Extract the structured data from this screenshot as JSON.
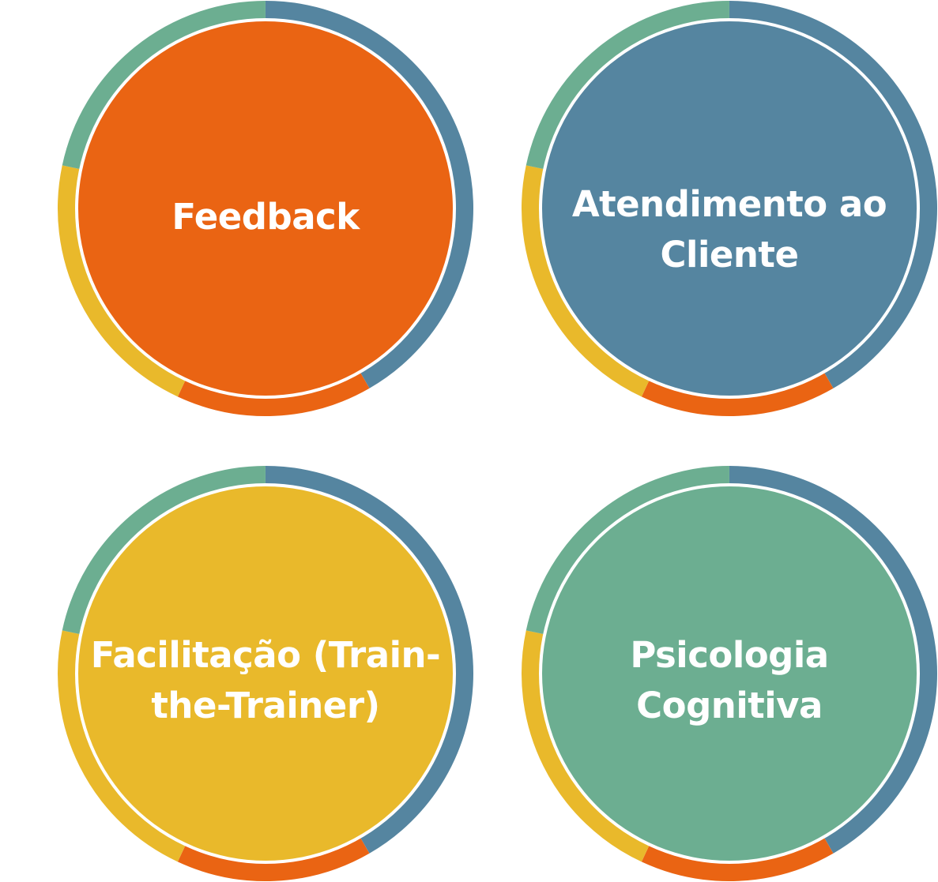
{
  "colors": {
    "blue": "#5585a0",
    "green": "#6cae91",
    "yellow": "#e9b92b",
    "orange": "#ea6413"
  },
  "nodes": [
    {
      "label": "Feedback",
      "fill": "#ea6413"
    },
    {
      "label": "Atendimento ao\nCliente",
      "fill": "#5585a0"
    },
    {
      "label": "Facilitação (Train-\nthe-Trainer)",
      "fill": "#e9b92b"
    },
    {
      "label": "Psicologia\nCognitiva",
      "fill": "#6cae91"
    }
  ]
}
